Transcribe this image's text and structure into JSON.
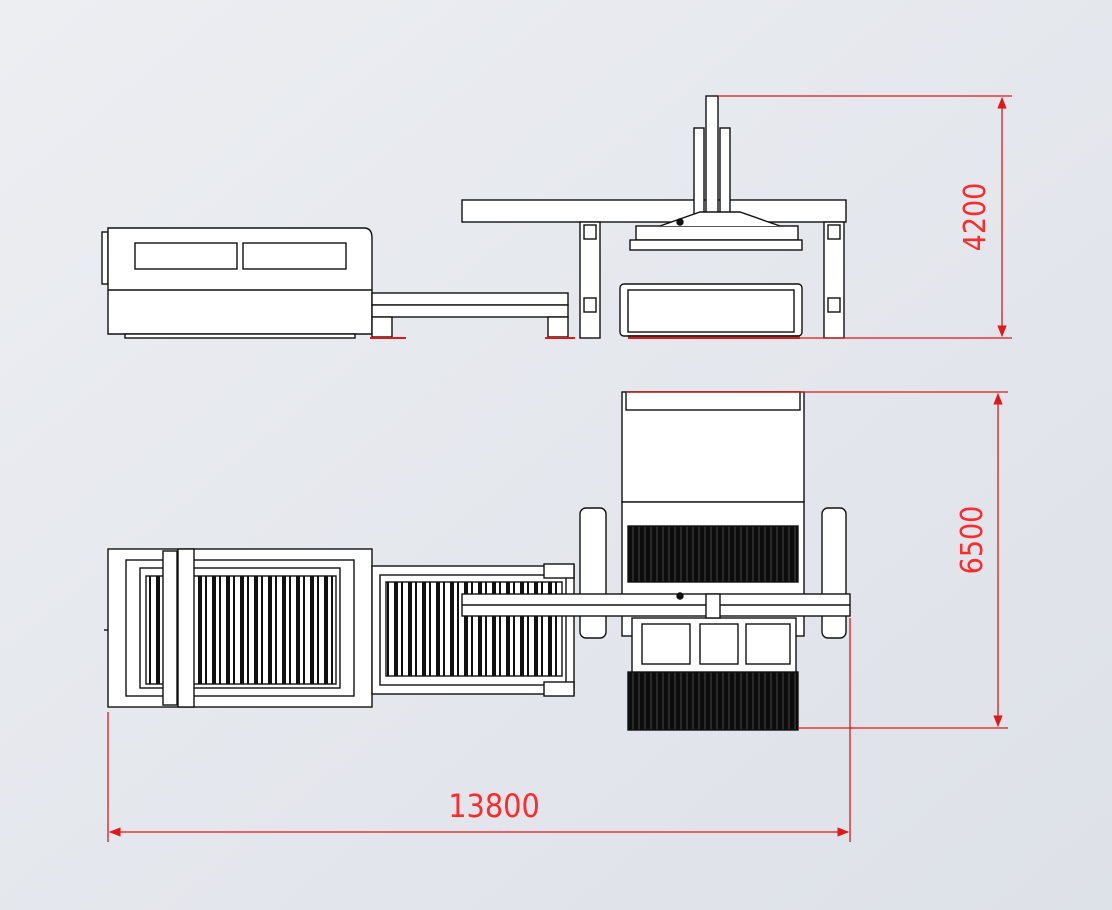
{
  "drawing": {
    "dimensions": {
      "height": "4200",
      "width": "6500",
      "length": "13800"
    },
    "colors": {
      "background": "#e8ebf0",
      "line": "#111111",
      "dimension": "#e01818"
    }
  }
}
